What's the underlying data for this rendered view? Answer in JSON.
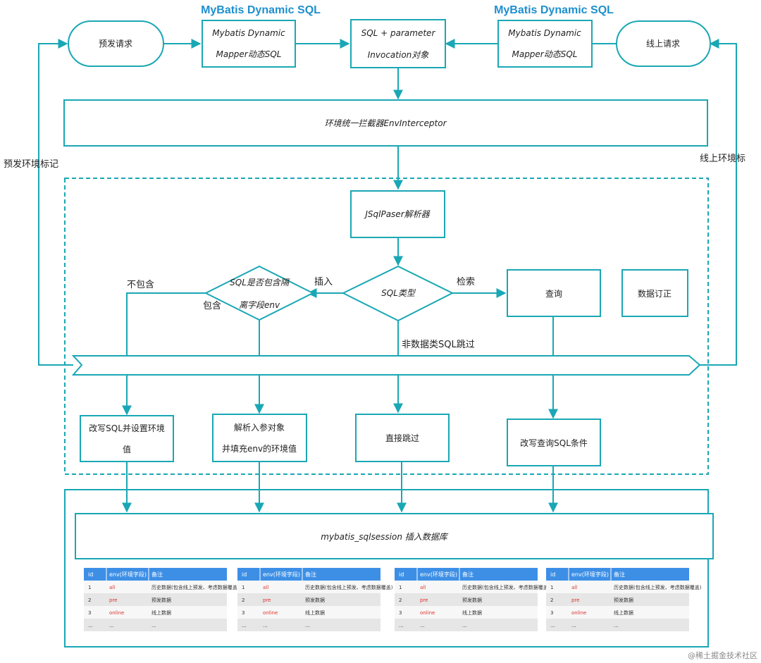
{
  "titles": {
    "left": "MyBatis Dynamic SQL",
    "right": "MyBatis Dynamic SQL"
  },
  "nodes": {
    "pre_request": "预发请求",
    "online_request": "线上请求",
    "mapper_left_line1": "Mybatis Dynamic",
    "mapper_left_line2": "Mapper动态SQL",
    "mapper_right_line1": "Mybatis Dynamic",
    "mapper_right_line2": "Mapper动态SQL",
    "invocation_line1": "SQL + parameter",
    "invocation_line2": "Invocation对象",
    "interceptor": "环境统一拦截器EnvInterceptor",
    "parser": "JSqlPaser解析器",
    "contains_env_line1": "SQL是否包含隔",
    "contains_env_line2": "离字段env",
    "sql_type": "SQL类型",
    "query": "查询",
    "data_fix": "数据订正",
    "rewrite_sql_line1": "改写SQL并设置环境",
    "rewrite_sql_line2": "值",
    "parse_params_line1": "解析入参对象",
    "parse_params_line2": "并填充env的环境值",
    "skip": "直接跳过",
    "rewrite_query": "改写查询SQL条件",
    "sqlsession": "mybatis_sqlsession 插入数据库"
  },
  "edge_labels": {
    "pre_env_mark": "预发环境标记",
    "online_env_mark": "线上环境标",
    "not_contains": "不包含",
    "contains": "包含",
    "insert": "插入",
    "retrieve": "检索",
    "non_data_skip": "非数据类SQL跳过"
  },
  "table": {
    "headers": [
      "id",
      "env(环境字段)",
      "备注"
    ],
    "rows": [
      [
        "1",
        "all",
        "历史数据(包含线上预发、考虑数据覆盖)"
      ],
      [
        "2",
        "pre",
        "预发数据"
      ],
      [
        "3",
        "online",
        "线上数据"
      ],
      [
        "...",
        "...",
        "..."
      ]
    ]
  },
  "watermark": "@稀土掘金技术社区",
  "colors": {
    "teal": "#1aa7b5",
    "title_blue": "#1e8fcf",
    "table_header": "#3d8fe6",
    "env_red": "#e0322c"
  }
}
